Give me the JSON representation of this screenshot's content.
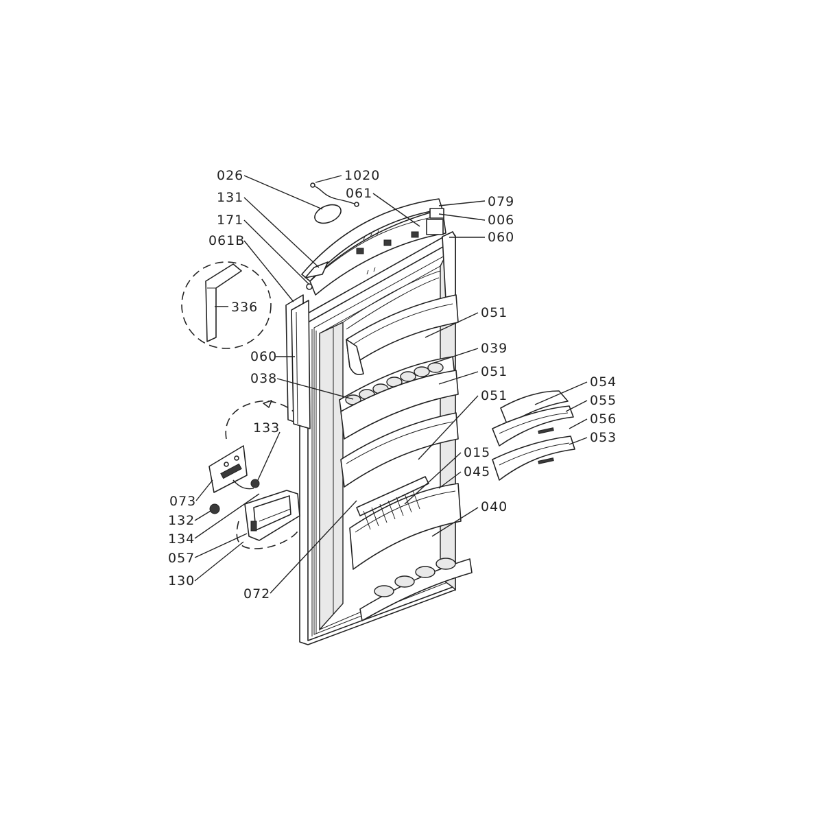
{
  "labels": [
    {
      "id": "026",
      "text": "026"
    },
    {
      "id": "1020",
      "text": "1020"
    },
    {
      "id": "131",
      "text": "131"
    },
    {
      "id": "061",
      "text": "061"
    },
    {
      "id": "079",
      "text": "079"
    },
    {
      "id": "171",
      "text": "171"
    },
    {
      "id": "006",
      "text": "006"
    },
    {
      "id": "061b",
      "text": "061B"
    },
    {
      "id": "060a",
      "text": "060"
    },
    {
      "id": "336",
      "text": "336"
    },
    {
      "id": "051a",
      "text": "051"
    },
    {
      "id": "039",
      "text": "039"
    },
    {
      "id": "060b",
      "text": "060"
    },
    {
      "id": "038",
      "text": "038"
    },
    {
      "id": "051b",
      "text": "051"
    },
    {
      "id": "051c",
      "text": "051"
    },
    {
      "id": "054",
      "text": "054"
    },
    {
      "id": "055",
      "text": "055"
    },
    {
      "id": "056",
      "text": "056"
    },
    {
      "id": "053",
      "text": "053"
    },
    {
      "id": "133",
      "text": "133"
    },
    {
      "id": "015",
      "text": "015"
    },
    {
      "id": "045",
      "text": "045"
    },
    {
      "id": "073",
      "text": "073"
    },
    {
      "id": "040",
      "text": "040"
    },
    {
      "id": "132",
      "text": "132"
    },
    {
      "id": "134",
      "text": "134"
    },
    {
      "id": "057",
      "text": "057"
    },
    {
      "id": "130",
      "text": "130"
    },
    {
      "id": "072",
      "text": "072"
    }
  ]
}
